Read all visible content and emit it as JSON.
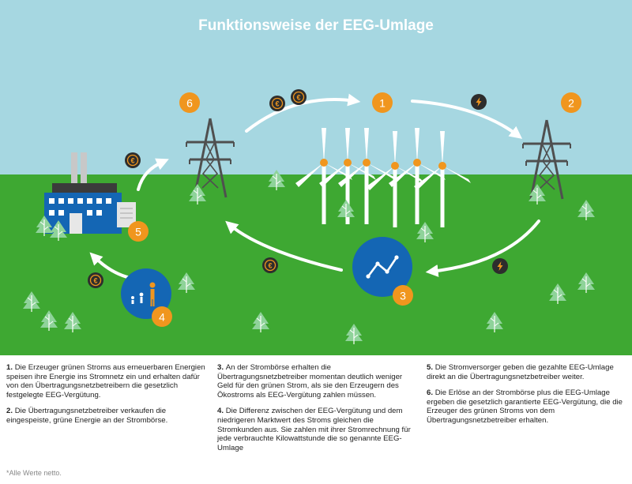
{
  "title": "Funktionsweise der EEG-Umlage",
  "steps": [
    {
      "num": "1",
      "text": "Die Erzeuger grünen Stroms aus erneuerbaren Energien speisen ihre Energie ins Stromnetz ein und erhalten dafür von den Übertragungsnetzbetreibern die gesetzlich festgelegte EEG-Vergütung."
    },
    {
      "num": "2",
      "text": "Die Übertragungsnetzbetreiber verkaufen die eingespeiste, grüne Energie an der Strombörse."
    },
    {
      "num": "3",
      "text": "An der Strombörse erhalten die Übertragungsnetzbetreiber momentan deutlich weniger Geld für den grünen Strom, als sie den Erzeugern des Ökostroms als EEG-Vergütung zahlen müssen."
    },
    {
      "num": "4",
      "text": "Die Differenz zwischen der EEG-Vergütung und dem niedrigeren Marktwert des Stroms gleichen die Stromkunden aus. Sie zahlen mit ihrer Stromrechnung für jede verbrauchte Kilowattstunde die so genannte EEG-Umlage"
    },
    {
      "num": "5",
      "text": "Die Stromversorger geben die gezahlte EEG-Umlage direkt an die Übertragungsnetzbetreiber weiter."
    },
    {
      "num": "6",
      "text": "Die Erlöse an der Strombörse plus die EEG-Umlage ergeben die gesetzlich garantierte EEG-Vergütung, die die Erzeuger des grünen Stroms von dem Übertragungsnetzbetreiber erhalten."
    }
  ],
  "footnote": "*Alle Werte netto.",
  "colors": {
    "sky": "#a6d7e1",
    "grass": "#3ea832",
    "orange": "#f0961e",
    "blue": "#1466b4",
    "coin": "#2d2d2d",
    "coin_gold": "#f0961e",
    "tree": "#8fd39a"
  },
  "icons": {
    "coin": "euro-coin-icon",
    "bolt": "lightning-bolt-icon",
    "chart": "exchange-chart-icon",
    "family": "family-icon",
    "factory": "power-plant-icon",
    "pylon": "transmission-tower-icon",
    "turbine": "wind-turbine-icon"
  }
}
